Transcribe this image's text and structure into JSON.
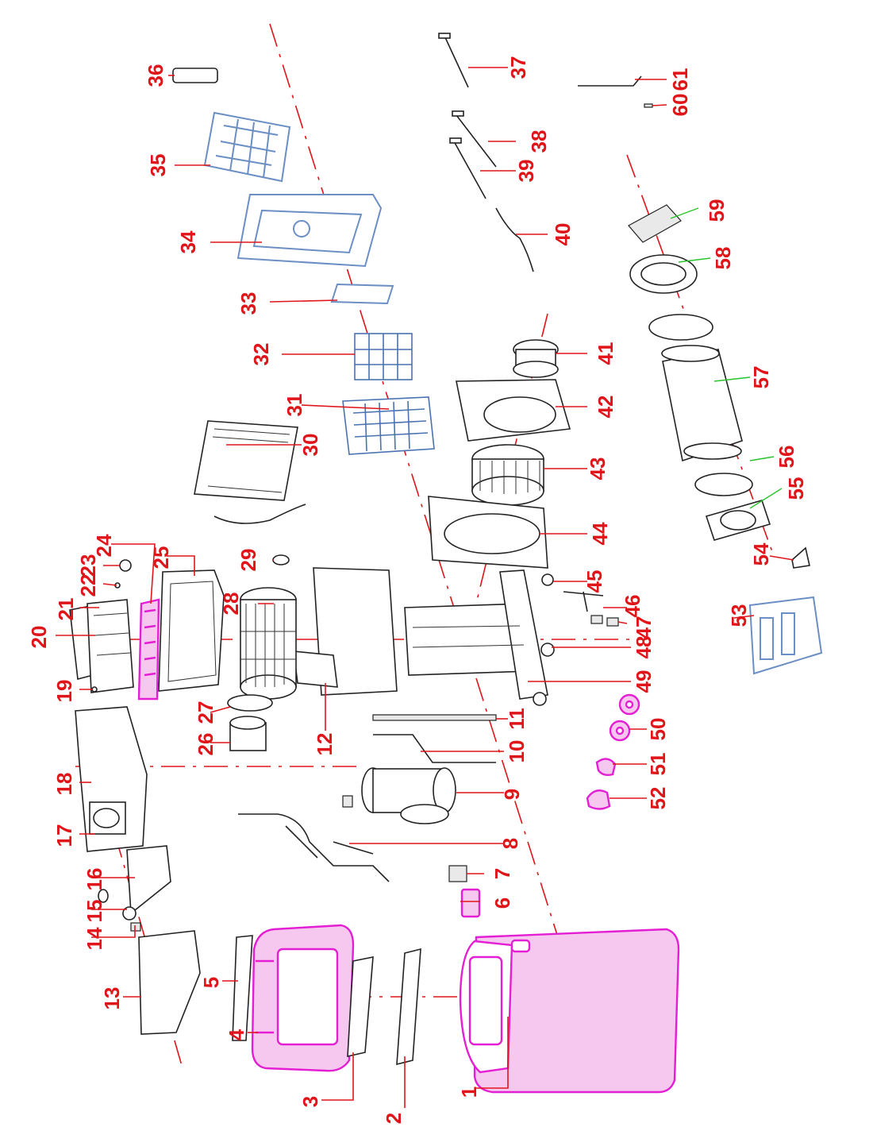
{
  "diagram": {
    "labels": [
      "1",
      "2",
      "3",
      "4",
      "5",
      "6",
      "7",
      "8",
      "9",
      "10",
      "11",
      "12",
      "13",
      "14",
      "15",
      "16",
      "17",
      "18",
      "19",
      "20",
      "21",
      "22",
      "23",
      "24",
      "25",
      "26",
      "27",
      "28",
      "29",
      "30",
      "31",
      "32",
      "33",
      "34",
      "35",
      "36",
      "37",
      "38",
      "39",
      "40",
      "41",
      "42",
      "43",
      "44",
      "45",
      "46",
      "47",
      "48",
      "49",
      "50",
      "51",
      "52",
      "53",
      "54",
      "55",
      "56",
      "57",
      "58",
      "59",
      "60",
      "61"
    ]
  },
  "colors": {
    "label": "#e0151a",
    "outline_black": "#222222",
    "outline_blue": "#6b8fc4",
    "outline_magenta": "#e31ed3",
    "leader_green": "#29c429"
  }
}
